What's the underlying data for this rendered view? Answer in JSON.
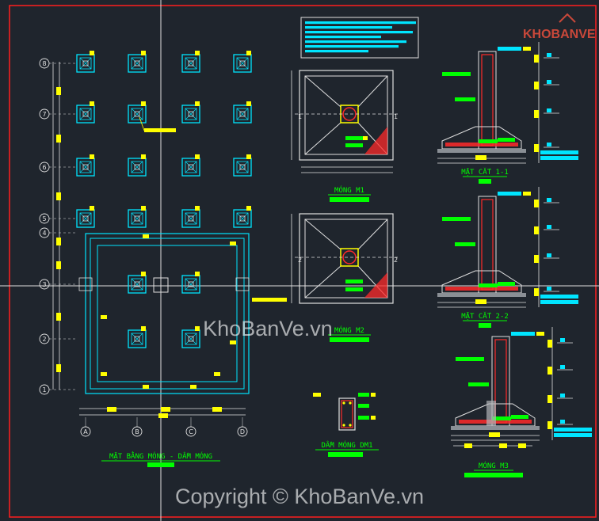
{
  "logo": {
    "text": "KHOBANVE"
  },
  "plan": {
    "title": "MẶT BẰNG MÓNG - DẦM MÓNG",
    "row_labels": [
      "8",
      "7",
      "6",
      "5",
      "4",
      "3",
      "2",
      "1"
    ],
    "col_labels": [
      "A",
      "B",
      "C",
      "D"
    ]
  },
  "views": {
    "m1_title": "MÓNG M1",
    "m2_title": "MÓNG M2",
    "m3_title": "MÓNG M3",
    "dm1_title": "DẦM MÓNG DM1",
    "section_1": "MẶT CẮT 1-1",
    "section_2": "MẶT CẮT 2-2",
    "cut_mark_1": "1",
    "cut_mark_2": "2"
  },
  "watermarks": {
    "center": "KhoBanVe.vn",
    "copyright": "Copyright © KhoBanVe.vn"
  },
  "colors": {
    "background": "#1f252d",
    "frame": "#ff1e1e",
    "cyan": "#00e5ff",
    "yellow": "#ffff00",
    "green": "#00ff00",
    "red": "#ff2a2a",
    "white": "#ffffff"
  }
}
